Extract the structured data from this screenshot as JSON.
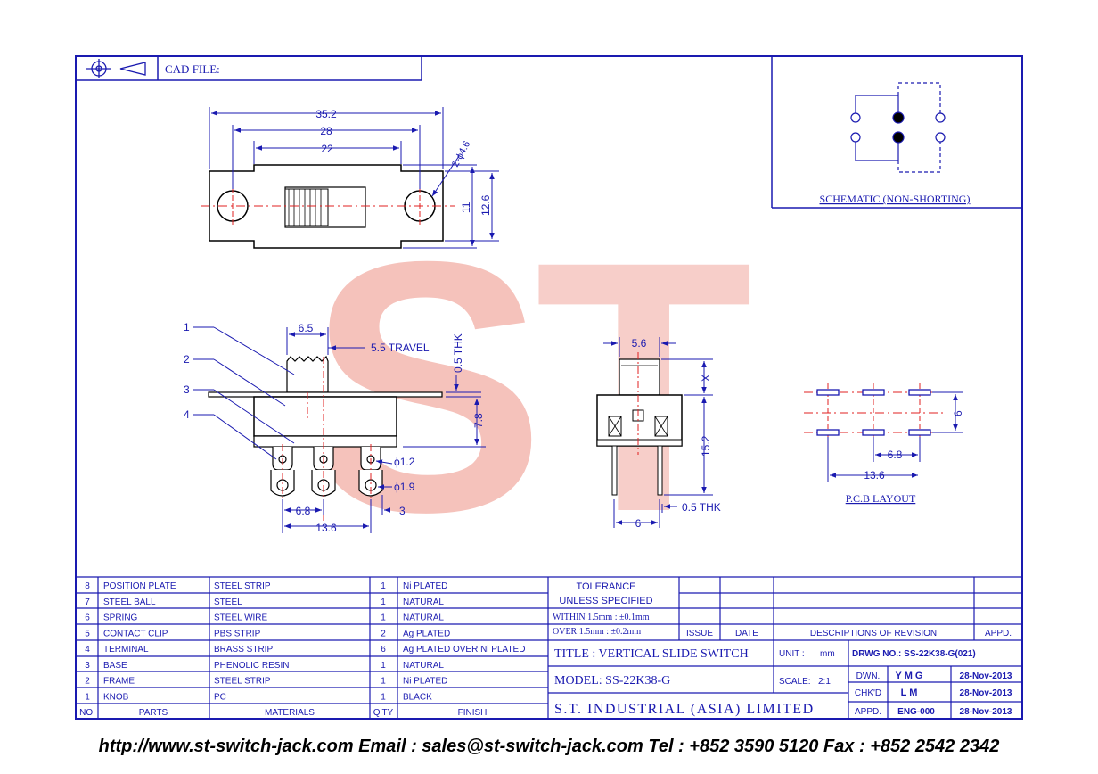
{
  "header": {
    "cad_label": "CAD FILE:"
  },
  "watermark": {
    "text": "ST"
  },
  "schematic": {
    "caption": "SCHEMATIC (NON-SHORTING)"
  },
  "pcb": {
    "caption": "P.C.B LAYOUT",
    "dims": {
      "row_pitch": "6",
      "pin_pitch": "6.8",
      "total": "13.6"
    }
  },
  "top_view": {
    "dims": {
      "overall": "35.2",
      "mount_pitch": "28",
      "body": "22",
      "hole": "2-ϕ4.6",
      "inner_h": "11",
      "outer_h": "12.6"
    }
  },
  "front_view": {
    "callouts": [
      "1",
      "2",
      "3",
      "4"
    ],
    "dims": {
      "knob": "6.5",
      "travel": "5.5 TRAVEL",
      "thk": "0.5 THK",
      "height": "7.8",
      "pin_hole": "ϕ1.2",
      "terminal_hole": "ϕ1.9",
      "pitch": "6.8",
      "span": "13.6",
      "term_w": "3"
    }
  },
  "side_view": {
    "dims": {
      "knob": "5.6",
      "x": "X",
      "height": "15.2",
      "offset": "6",
      "thk": "0.5 THK"
    }
  },
  "bom": {
    "headers": [
      "NO.",
      "PARTS",
      "MATERIALS",
      "Q'TY",
      "FINISH"
    ],
    "rows": [
      {
        "no": "8",
        "part": "POSITION PLATE",
        "material": "STEEL STRIP",
        "qty": "1",
        "finish": "Ni PLATED"
      },
      {
        "no": "7",
        "part": "STEEL BALL",
        "material": "STEEL",
        "qty": "1",
        "finish": "NATURAL"
      },
      {
        "no": "6",
        "part": "SPRING",
        "material": "STEEL WIRE",
        "qty": "1",
        "finish": "NATURAL"
      },
      {
        "no": "5",
        "part": "CONTACT CLIP",
        "material": "PBS STRIP",
        "qty": "2",
        "finish": "Ag PLATED"
      },
      {
        "no": "4",
        "part": "TERMINAL",
        "material": "BRASS STRIP",
        "qty": "6",
        "finish": "Ag PLATED OVER Ni PLATED"
      },
      {
        "no": "3",
        "part": "BASE",
        "material": "PHENOLIC RESIN",
        "qty": "1",
        "finish": "NATURAL"
      },
      {
        "no": "2",
        "part": "FRAME",
        "material": "STEEL STRIP",
        "qty": "1",
        "finish": "Ni PLATED"
      },
      {
        "no": "1",
        "part": "KNOB",
        "material": "PC",
        "qty": "1",
        "finish": "BLACK"
      }
    ]
  },
  "tolerance": {
    "line1": "TOLERANCE",
    "line2": "UNLESS  SPECIFIED",
    "within": "WITHIN  1.5mm : ±0.1mm",
    "over": "OVER   1.5mm : ±0.2mm"
  },
  "revision": {
    "issue": "ISSUE",
    "date": "DATE",
    "desc": "DESCRIPTIONS OF REVISION",
    "appd": "APPD."
  },
  "title_block": {
    "title": "TITLE : VERTICAL SLIDE SWITCH",
    "unit_label": "UNIT :",
    "unit": "mm",
    "drwg_no": "DRWG NO.: SS-22K38-G(021)",
    "model": "MODEL: SS-22K38-G",
    "scale_label": "SCALE:",
    "scale": "2:1",
    "company": "S.T. INDUSTRIAL (ASIA) LIMITED",
    "dwn_label": "DWN.",
    "dwn": "Y M G",
    "dwn_date": "28-Nov-2013",
    "chk_label": "CHK'D",
    "chk": "L M",
    "chk_date": "28-Nov-2013",
    "appd_label": "APPD.",
    "appd": "ENG-000",
    "appd_date": "28-Nov-2013"
  },
  "footer": {
    "text": "http://www.st-switch-jack.com  Email : sales@st-switch-jack.com  Tel : +852 3590 5120  Fax : +852 2542 2342"
  },
  "colors": {
    "ink": "#1a1ab0",
    "red": "#e02020",
    "watermark": "#f4b0aa"
  }
}
